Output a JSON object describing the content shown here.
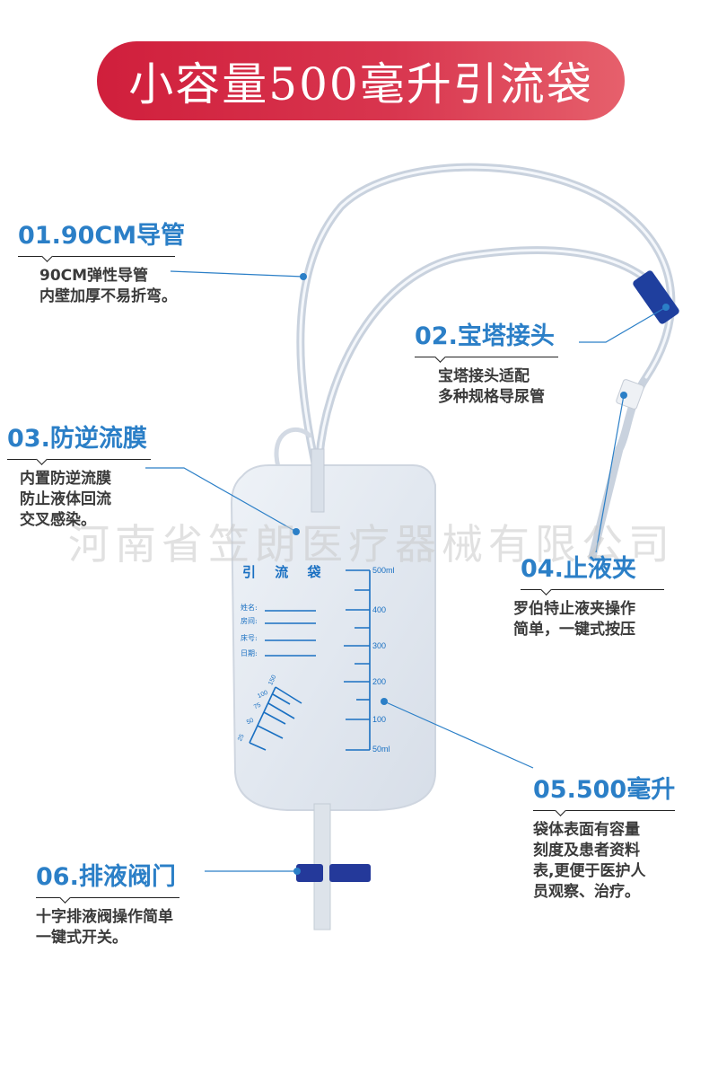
{
  "banner": {
    "title": "小容量500毫升引流袋",
    "gradient_start": "#d01f3c",
    "gradient_end": "#e6606c"
  },
  "watermark": "河南省笠朗医疗器械有限公司",
  "accent_color": "#2b7fc7",
  "callouts": [
    {
      "title": "01.90CM导管",
      "lines": [
        "90CM弹性导管",
        "内壁加厚不易折弯。"
      ]
    },
    {
      "title": "02.宝塔接头",
      "lines": [
        "宝塔接头适配",
        "多种规格导尿管"
      ]
    },
    {
      "title": "03.防逆流膜",
      "lines": [
        "内置防逆流膜",
        "防止液体回流",
        "交叉感染。"
      ]
    },
    {
      "title": "04.止液夹",
      "lines": [
        "罗伯特止液夹操作",
        "简单，一键式按压"
      ]
    },
    {
      "title": "05.500毫升",
      "lines": [
        "袋体表面有容量",
        "刻度及患者资料",
        "表,更便于医护人",
        "员观察、治疗。"
      ]
    },
    {
      "title": "06.排液阀门",
      "lines": [
        "十字排液阀操作简单",
        "一键式开关。"
      ]
    }
  ],
  "bag": {
    "label": "引 流 袋",
    "fields": [
      "姓名:",
      "房间:",
      "床号:",
      "日期:"
    ],
    "scale_main": [
      "500ml",
      "400",
      "300",
      "200",
      "100",
      "50ml"
    ],
    "scale_small": [
      "150",
      "100",
      "75",
      "50",
      "25"
    ]
  }
}
